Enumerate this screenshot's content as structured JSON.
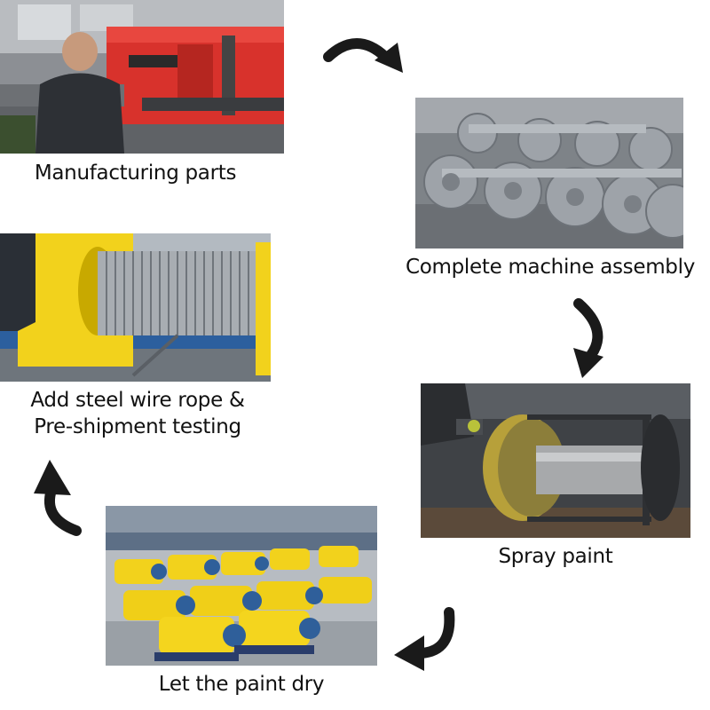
{
  "steps": [
    {
      "label": "Manufacturing parts"
    },
    {
      "label": "Complete machine assembly"
    },
    {
      "label": "Spray paint"
    },
    {
      "label": "Let the paint dry"
    },
    {
      "label": "Add steel wire rope &",
      "label2": "Pre-shipment testing"
    }
  ],
  "icons": [
    "curved-arrow-icon"
  ],
  "colors": {
    "arrow": "#1a1a1a",
    "winch_yellow": "#f2d21c",
    "machine_red": "#d8322c",
    "steel_grey": "#8f959b"
  }
}
